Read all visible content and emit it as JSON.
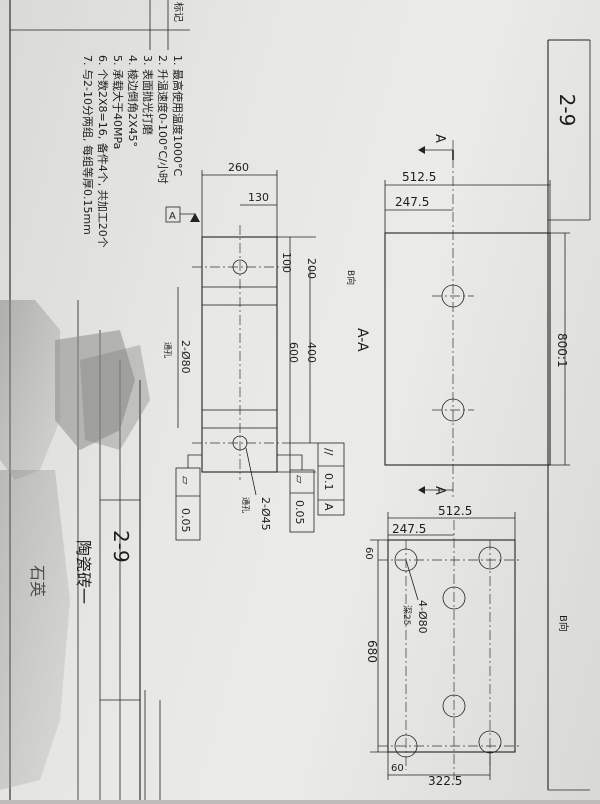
{
  "notes": {
    "n1": "1. 最高使用温度1000°C",
    "n2": "2. 升温速度0-100°C/小时",
    "n3": "3. 表面抛光打磨",
    "n4": "4. 棱边倒角2X45°",
    "n5": "5. 承载大于40MPa",
    "n6": "6. 个数2X8=16, 备件4个, 共加工20个",
    "n7": "7. 与2-10分两组, 每组等厚0.15mm"
  },
  "title_block": {
    "top_right_number": "2-9",
    "drawing_number": "2-9",
    "part_name": "陶瓷砖一",
    "material": "石英",
    "top_edge_label": "标记"
  },
  "section_view": {
    "label": "A-A",
    "datum": "A",
    "dims": {
      "overall_width": "260",
      "offset": "130",
      "upper_gap": "100",
      "hole_pitch": "200",
      "middle": "400",
      "height": "600",
      "holes_top": "2-Ø80",
      "holes_top_note": "通孔",
      "holes_bottom": "2-Ø45",
      "holes_bottom_note": "通孔"
    },
    "tolerances": {
      "parallelism_symbol": "//",
      "parallelism_value": "0.1",
      "parallelism_datum": "A",
      "flatness1_symbol": "▱",
      "flatness1_value": "0.05",
      "flatness2_symbol": "▱",
      "flatness2_value": "0.05"
    },
    "b_direction": "B向"
  },
  "top_view": {
    "dim_width": "512.5",
    "dim_half": "247.5",
    "dim_height": "800:1",
    "section_marker": "A"
  },
  "b_view": {
    "label": "B向",
    "dim_width": "512.5",
    "dim_half": "247.5",
    "dim_edge": "60",
    "dim_height": "680",
    "dim_bottom_edge": "60",
    "dim_bottom": "322.5",
    "holes": "4-Ø80",
    "holes_depth": "深25"
  }
}
